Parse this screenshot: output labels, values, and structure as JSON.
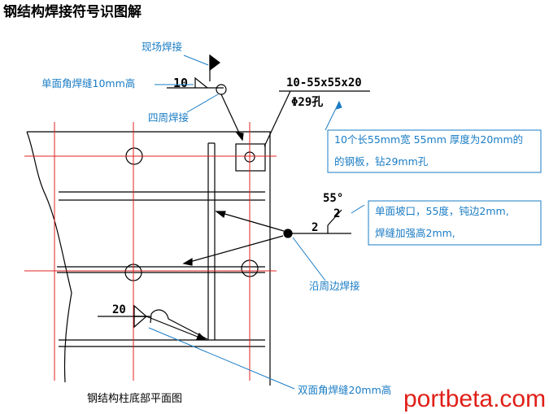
{
  "title": "钢结构焊接符号识图解",
  "labels": {
    "field_weld": "现场焊接",
    "single_fillet": "单面角焊缝10mm高",
    "all_around": "四周焊接",
    "around_edge": "沿周边焊接",
    "double_fillet": "双面角焊缝20mm高"
  },
  "symbols": {
    "size_10": "10",
    "plate_spec": "10-55x55x20",
    "hole_spec": "Φ29孔",
    "angle": "55°",
    "root_face": "2",
    "root_gap": "2",
    "size_20": "20"
  },
  "notes": {
    "plate_line1": "10个长55mm宽 55mm 厚度为20mm的",
    "plate_line2": "的钢板，钻29mm孔",
    "bevel_line1": "单面坡口，55度，钝边2mm,",
    "bevel_line2": "焊缝加强高2mm,"
  },
  "caption": "钢结构柱底部平面图",
  "watermark": "portbeta.com",
  "colors": {
    "annotation": "#1a7cc4",
    "gridline": "#e02020",
    "drawing": "#000000"
  }
}
